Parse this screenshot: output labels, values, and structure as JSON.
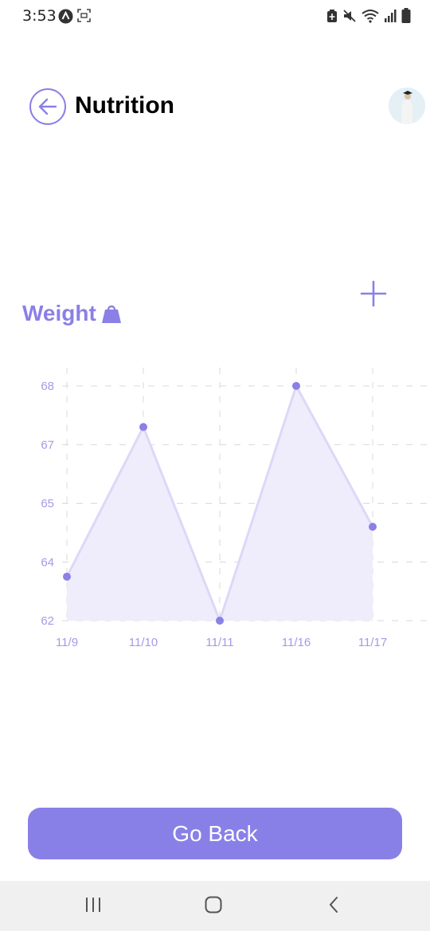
{
  "status_bar": {
    "time": "3:53",
    "icons": [
      "app-icon",
      "screenshot-icon",
      "battery-saver-icon",
      "mute-icon",
      "wifi-icon",
      "signal-icon",
      "battery-icon"
    ]
  },
  "header": {
    "title": "Nutrition",
    "back_icon": "arrow-left-icon",
    "avatar_icon": "avatar"
  },
  "weight": {
    "title": "Weight",
    "icon": "weight-icon",
    "add_icon": "plus-icon"
  },
  "colors": {
    "accent": "#8a80e6",
    "area_fill": "#efedfb",
    "area_line": "#dcd8f7",
    "axis_text": "#a39be8",
    "grid": "#d8d8d8"
  },
  "chart_data": {
    "type": "area",
    "categories": [
      "11/9",
      "11/10",
      "11/11",
      "11/16",
      "11/17"
    ],
    "values": [
      63.5,
      67.3,
      62.0,
      68.0,
      64.6
    ],
    "yticks": [
      62,
      64,
      65,
      67,
      68
    ],
    "ylim": [
      62,
      68
    ],
    "grid": true,
    "title": "",
    "xlabel": "",
    "ylabel": ""
  },
  "footer": {
    "go_back_label": "Go Back"
  },
  "nav": {
    "icons": [
      "recent-apps-icon",
      "home-icon",
      "back-icon"
    ]
  }
}
